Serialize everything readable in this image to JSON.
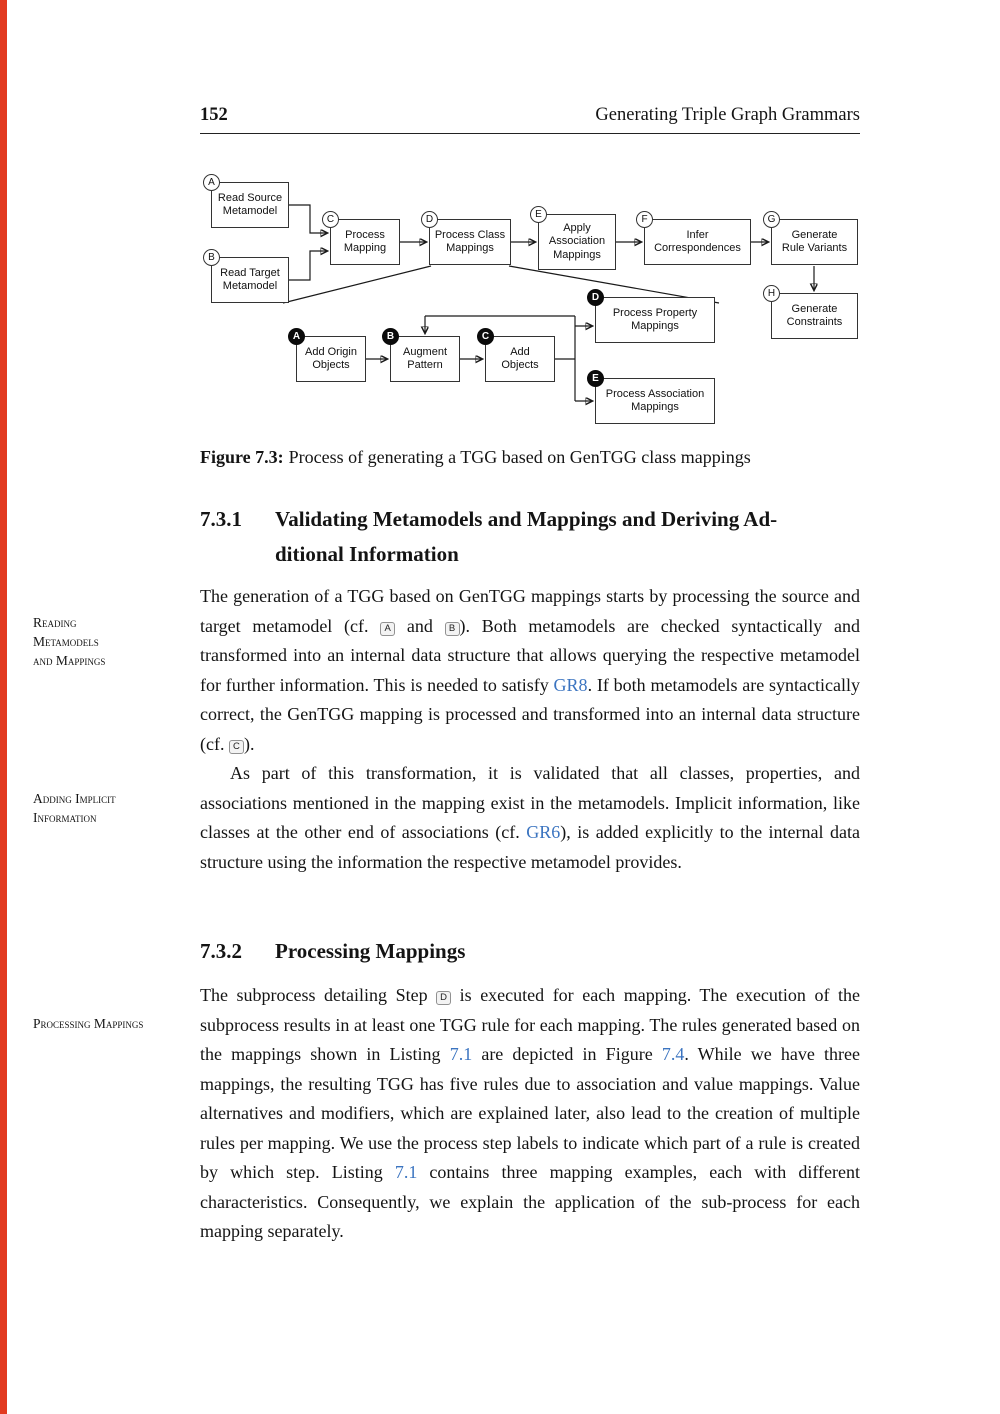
{
  "colors": {
    "link": "#3b74c0",
    "red_edge": "#e23a20",
    "node_border": "#333333"
  },
  "header": {
    "page_number": "152",
    "running_title": "Generating Triple Graph Grammars"
  },
  "figure": {
    "caption_label": "Figure 7.3:",
    "caption_text": "Process of generating a TGG based on GenTGG class mappings",
    "nodes": {
      "read_source": {
        "badge": "A",
        "label": "Read Source\nMetamodel"
      },
      "read_target": {
        "badge": "B",
        "label": "Read Target\nMetamodel"
      },
      "process_mapping": {
        "badge": "C",
        "label": "Process\nMapping"
      },
      "process_class": {
        "badge": "D",
        "label": "Process Class\nMappings"
      },
      "apply_assoc": {
        "badge": "E",
        "label": "Apply\nAssociation\nMappings"
      },
      "infer_corr": {
        "badge": "F",
        "label": "Infer\nCorrespondences"
      },
      "gen_rule_variants": {
        "badge": "G",
        "label": "Generate\nRule Variants"
      },
      "gen_constraints": {
        "badge": "H",
        "label": "Generate\nConstraints"
      },
      "add_origin": {
        "badge": "A",
        "label": "Add Origin\nObjects"
      },
      "augment_pattern": {
        "badge": "B",
        "label": "Augment\nPattern"
      },
      "add_objects": {
        "badge": "C",
        "label": "Add\nObjects"
      },
      "proc_prop_map": {
        "badge": "D",
        "label": "Process Property\nMappings"
      },
      "proc_assoc_map": {
        "badge": "E",
        "label": "Process Association\nMappings"
      }
    }
  },
  "sections": {
    "s731": {
      "number": "7.3.1",
      "title_line1": "Validating Metamodels and Mappings and Deriving Ad-",
      "title_line2": "ditional Information"
    },
    "s732": {
      "number": "7.3.2",
      "title": "Processing Mappings"
    }
  },
  "margin_notes": {
    "reading": "Reading\nMetamodels\nand Mappings",
    "adding": "Adding Implicit\nInformation",
    "processing": "Processing Mappings"
  },
  "paragraphs": {
    "p1": [
      {
        "t": "The generation of a TGG based on GenTGG mappings starts by processing the source and target metamodel (cf. "
      },
      {
        "t": "A",
        "c": "step"
      },
      {
        "t": " and "
      },
      {
        "t": "B",
        "c": "step"
      },
      {
        "t": "). Both metamodels are checked syntactically and transformed into an internal data structure that allows querying the respective metamodel for further information. This is needed to satisfy "
      },
      {
        "t": "GR8",
        "c": "link"
      },
      {
        "t": ". If both metamodels are syntactically correct, the GenTGG mapping is processed and transformed into an internal data structure (cf. "
      },
      {
        "t": "C",
        "c": "step"
      },
      {
        "t": ")."
      }
    ],
    "p2": [
      {
        "t": "As part of this transformation, it is validated that all classes, properties, and associations mentioned in the mapping exist in the metamodels. Implicit information, like classes at the other end of associations (cf. "
      },
      {
        "t": "GR6",
        "c": "link"
      },
      {
        "t": "), is added explicitly to the internal data structure using the information the respective metamodel provides."
      }
    ],
    "p3": [
      {
        "t": "The subprocess detailing Step "
      },
      {
        "t": "D",
        "c": "step"
      },
      {
        "t": " is executed for each mapping. The execution of the subprocess results in at least one TGG rule for each mapping. The rules generated based on the mappings shown in Listing "
      },
      {
        "t": "7.1",
        "c": "link"
      },
      {
        "t": " are depicted in Figure "
      },
      {
        "t": "7.4",
        "c": "link"
      },
      {
        "t": ". While we have three mappings, the resulting TGG has five rules due to association and value mappings. Value alternatives and modifiers, which are explained later, also lead to the creation of multiple rules per mapping. We use the process step labels to indicate which part of a rule is created by which step. Listing "
      },
      {
        "t": "7.1",
        "c": "link"
      },
      {
        "t": " contains three mapping examples, each with different characteristics. Consequently, we explain the application of the sub-process for each mapping separately."
      }
    ]
  }
}
